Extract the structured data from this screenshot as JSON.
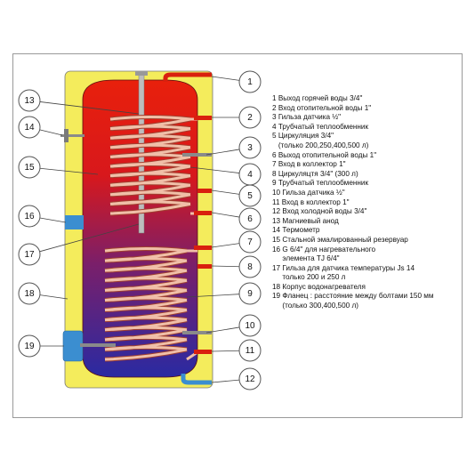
{
  "colors": {
    "casing": "#f4ec5c",
    "tank_top": "#e61f0c",
    "tank_bottom": "#2d2aa0",
    "coil": "#f0bfa8",
    "pipe_red": "#d9200e",
    "pipe_grey": "#8a8a8a",
    "pipe_blue": "#3b8ed0",
    "frame": "#9a9a9a"
  },
  "callouts": [
    {
      "id": "1",
      "label": "1"
    },
    {
      "id": "2",
      "label": "2"
    },
    {
      "id": "3",
      "label": "3"
    },
    {
      "id": "4",
      "label": "4"
    },
    {
      "id": "5",
      "label": "5"
    },
    {
      "id": "6",
      "label": "6"
    },
    {
      "id": "7",
      "label": "7"
    },
    {
      "id": "8",
      "label": "8"
    },
    {
      "id": "9",
      "label": "9"
    },
    {
      "id": "10",
      "label": "10"
    },
    {
      "id": "11",
      "label": "11"
    },
    {
      "id": "12",
      "label": "12"
    },
    {
      "id": "13",
      "label": "13"
    },
    {
      "id": "14",
      "label": "14"
    },
    {
      "id": "15",
      "label": "15"
    },
    {
      "id": "16",
      "label": "16"
    },
    {
      "id": "17",
      "label": "17"
    },
    {
      "id": "18",
      "label": "18"
    },
    {
      "id": "19",
      "label": "19"
    }
  ],
  "legend": [
    "1 Выход горячей воды 3/4\"",
    "2 Вход отопительной воды 1\"",
    "3 Гильза датчика ½\"",
    "4 Трубчатый теплообменник",
    "5 Циркуляция 3/4\"",
    "   (только 200,250,400,500 л)",
    "6 Выход отопительной воды 1\"",
    "7 Вход в коллектор 1\"",
    "8 Циркуляцтя 3/4\" (300 л)",
    "9 Трубчатый теплообменник",
    "10 Гильза датчика ½\"",
    "11 Вход в коллектор 1\"",
    "12 Вход холодной воды 3/4\"",
    "13 Магниевый анод",
    "14 Термометр",
    "15 Стальной эмалированный резервуар",
    "16 G 6/4\" для нагревательного",
    "     элемента TJ 6/4\"",
    "17 Гильза для датчика температуры Js 14",
    "     только 200 и 250 л",
    "18 Корпус водонагревателя",
    "19 Фланец : расстояние между болтами 150 мм",
    "     (только 300,400,500 л)"
  ]
}
